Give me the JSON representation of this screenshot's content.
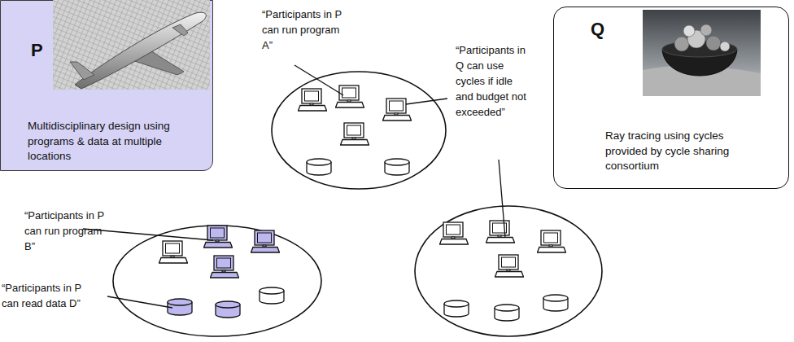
{
  "diagram": {
    "nodes": [
      {
        "text": [
          "P",
          "Multidisciplinary design using programs & data at multiple locations"
        ]
      },
      {
        "text": [
          "Q",
          "Ray tracing using cycles provided by cycle sharing consortium"
        ]
      }
    ],
    "labels": [
      "“Participants in P can run program A”",
      "“Participants in Q can use cycles if idle and budget not exceeded”",
      "“Participants in P can run program B”",
      "“Participants in P can read data D”"
    ]
  }
}
